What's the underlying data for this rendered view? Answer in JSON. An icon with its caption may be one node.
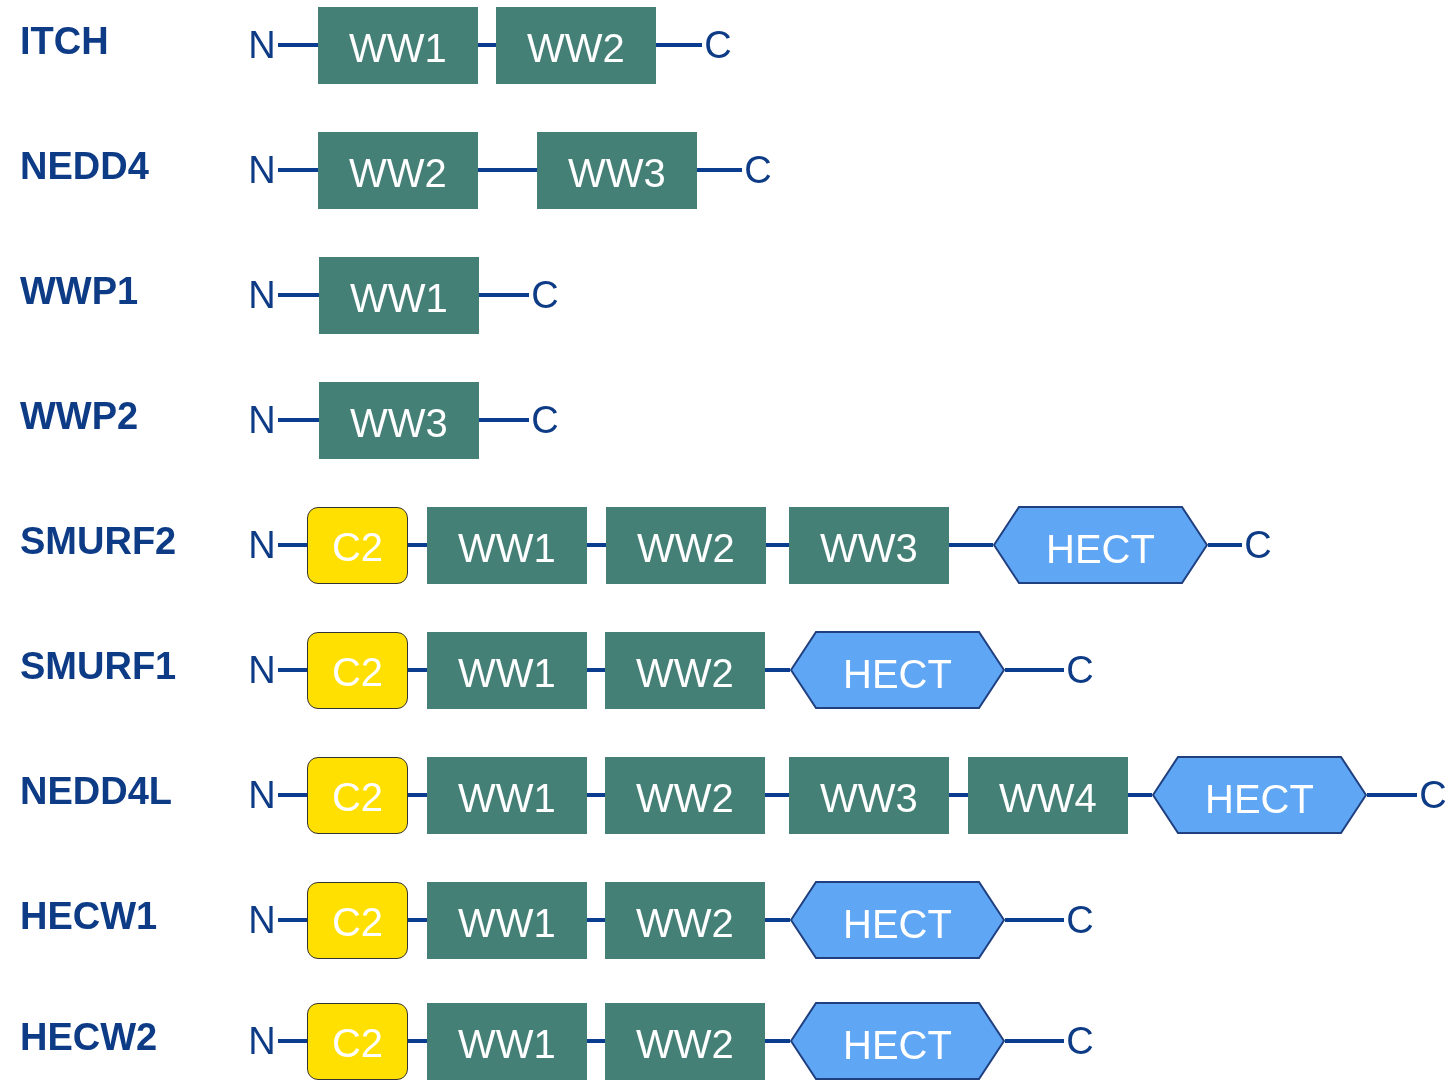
{
  "diagram": {
    "nodes": [
      {
        "text": [
          "N"
        ]
      },
      {
        "text": [
          "WW1"
        ]
      },
      {
        "text": [
          "WW2"
        ]
      },
      {
        "text": [
          "C"
        ]
      },
      {
        "text": [
          "N"
        ]
      },
      {
        "text": [
          "WW2"
        ]
      },
      {
        "text": [
          "WW3"
        ]
      },
      {
        "text": [
          "C"
        ]
      },
      {
        "text": [
          "N"
        ]
      },
      {
        "text": [
          "WW1"
        ]
      },
      {
        "text": [
          "C"
        ]
      },
      {
        "text": [
          "N"
        ]
      },
      {
        "text": [
          "WW3"
        ]
      },
      {
        "text": [
          "C"
        ]
      },
      {
        "text": [
          "N"
        ]
      },
      {
        "text": [
          "C2"
        ]
      },
      {
        "text": [
          "WW1"
        ]
      },
      {
        "text": [
          "WW2"
        ]
      },
      {
        "text": [
          "WW3"
        ]
      },
      {
        "text": [
          "HECT"
        ]
      },
      {
        "text": [
          "C"
        ]
      },
      {
        "text": [
          "N"
        ]
      },
      {
        "text": [
          "C2"
        ]
      },
      {
        "text": [
          "WW1"
        ]
      },
      {
        "text": [
          "WW2"
        ]
      },
      {
        "text": [
          "HECT"
        ]
      },
      {
        "text": [
          "C"
        ]
      },
      {
        "text": [
          "N"
        ]
      },
      {
        "text": [
          "C2"
        ]
      },
      {
        "text": [
          "WW1"
        ]
      },
      {
        "text": [
          "WW2"
        ]
      },
      {
        "text": [
          "WW3"
        ]
      },
      {
        "text": [
          "WW4"
        ]
      },
      {
        "text": [
          "HECT"
        ]
      },
      {
        "text": [
          "C"
        ]
      },
      {
        "text": [
          "N"
        ]
      },
      {
        "text": [
          "C2"
        ]
      },
      {
        "text": [
          "WW1"
        ]
      },
      {
        "text": [
          "WW2"
        ]
      },
      {
        "text": [
          "HECT"
        ]
      },
      {
        "text": [
          "C"
        ]
      },
      {
        "text": [
          "N"
        ]
      },
      {
        "text": [
          "C2"
        ]
      },
      {
        "text": [
          "WW1"
        ]
      },
      {
        "text": [
          "WW2"
        ]
      },
      {
        "text": [
          "HECT"
        ]
      },
      {
        "text": [
          "C"
        ]
      }
    ],
    "edges": [
      {
        "from": 0,
        "to": 1,
        "arrow": "none"
      },
      {
        "from": 1,
        "to": 2,
        "arrow": "none"
      },
      {
        "from": 2,
        "to": 3,
        "arrow": "none"
      },
      {
        "from": 4,
        "to": 5,
        "arrow": "none"
      },
      {
        "from": 5,
        "to": 6,
        "arrow": "none"
      },
      {
        "from": 6,
        "to": 7,
        "arrow": "none"
      },
      {
        "from": 8,
        "to": 9,
        "arrow": "none"
      },
      {
        "from": 9,
        "to": 10,
        "arrow": "none"
      },
      {
        "from": 11,
        "to": 12,
        "arrow": "none"
      },
      {
        "from": 12,
        "to": 13,
        "arrow": "none"
      },
      {
        "from": 14,
        "to": 15,
        "arrow": "none"
      },
      {
        "from": 15,
        "to": 16,
        "arrow": "none"
      },
      {
        "from": 16,
        "to": 17,
        "arrow": "none"
      },
      {
        "from": 17,
        "to": 18,
        "arrow": "none"
      },
      {
        "from": 18,
        "to": 19,
        "arrow": "none"
      },
      {
        "from": 19,
        "to": 20,
        "arrow": "none"
      },
      {
        "from": 21,
        "to": 22,
        "arrow": "none"
      },
      {
        "from": 22,
        "to": 23,
        "arrow": "none"
      },
      {
        "from": 23,
        "to": 24,
        "arrow": "none"
      },
      {
        "from": 24,
        "to": 25,
        "arrow": "none"
      },
      {
        "from": 25,
        "to": 26,
        "arrow": "none"
      },
      {
        "from": 27,
        "to": 28,
        "arrow": "none"
      },
      {
        "from": 28,
        "to": 29,
        "arrow": "none"
      },
      {
        "from": 29,
        "to": 30,
        "arrow": "none"
      },
      {
        "from": 30,
        "to": 31,
        "arrow": "none"
      },
      {
        "from": 31,
        "to": 32,
        "arrow": "none"
      },
      {
        "from": 32,
        "to": 33,
        "arrow": "none"
      },
      {
        "from": 33,
        "to": 34,
        "arrow": "none"
      },
      {
        "from": 35,
        "to": 36,
        "arrow": "none"
      },
      {
        "from": 36,
        "to": 37,
        "arrow": "none"
      },
      {
        "from": 37,
        "to": 38,
        "arrow": "none"
      },
      {
        "from": 38,
        "to": 39,
        "arrow": "none"
      },
      {
        "from": 39,
        "to": 40,
        "arrow": "none"
      },
      {
        "from": 41,
        "to": 42,
        "arrow": "none"
      },
      {
        "from": 42,
        "to": 43,
        "arrow": "none"
      },
      {
        "from": 43,
        "to": 44,
        "arrow": "none"
      },
      {
        "from": 44,
        "to": 45,
        "arrow": "none"
      },
      {
        "from": 45,
        "to": 46,
        "arrow": "none"
      }
    ],
    "labels": [
      "ITCH",
      "NEDD4",
      "WWP1",
      "WWP2",
      "SMURF2",
      "SMURF1",
      "NEDD4L",
      "HECW1",
      "HECW2"
    ]
  }
}
